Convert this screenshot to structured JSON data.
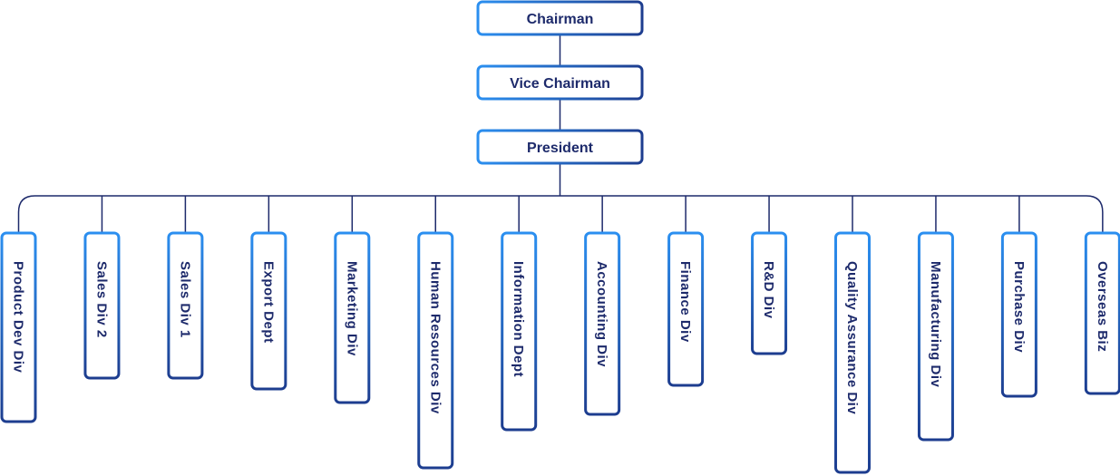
{
  "org_chart": {
    "executives": [
      {
        "id": "chairman",
        "label": "Chairman"
      },
      {
        "id": "vice-chairman",
        "label": "Vice Chairman"
      },
      {
        "id": "president",
        "label": "President"
      }
    ],
    "departments": [
      {
        "id": "product-dev-div",
        "label": "Product Dev Div"
      },
      {
        "id": "sales-div-2",
        "label": "Sales Div 2"
      },
      {
        "id": "sales-div-1",
        "label": "Sales Div 1"
      },
      {
        "id": "export-dept",
        "label": "Export Dept"
      },
      {
        "id": "marketing-div",
        "label": "Marketing Div"
      },
      {
        "id": "human-resources-div",
        "label": "Human Resources Div"
      },
      {
        "id": "information-dept",
        "label": "Information Dept"
      },
      {
        "id": "accounting-div",
        "label": "Accounting Div"
      },
      {
        "id": "finance-div",
        "label": "Finance Div"
      },
      {
        "id": "rd-div",
        "label": "R&D Div"
      },
      {
        "id": "quality-assurance-div",
        "label": "Quality Assurance Div"
      },
      {
        "id": "manufacturing-div",
        "label": "Manufacturing Div"
      },
      {
        "id": "purchase-div",
        "label": "Purchase Div"
      },
      {
        "id": "overseas-biz",
        "label": "Overseas Biz"
      }
    ]
  },
  "colors": {
    "box_border_start": "#2b8ff0",
    "box_border_end": "#1d3d8f",
    "connector": "#1d2a6b",
    "text": "#1d2a6b"
  }
}
